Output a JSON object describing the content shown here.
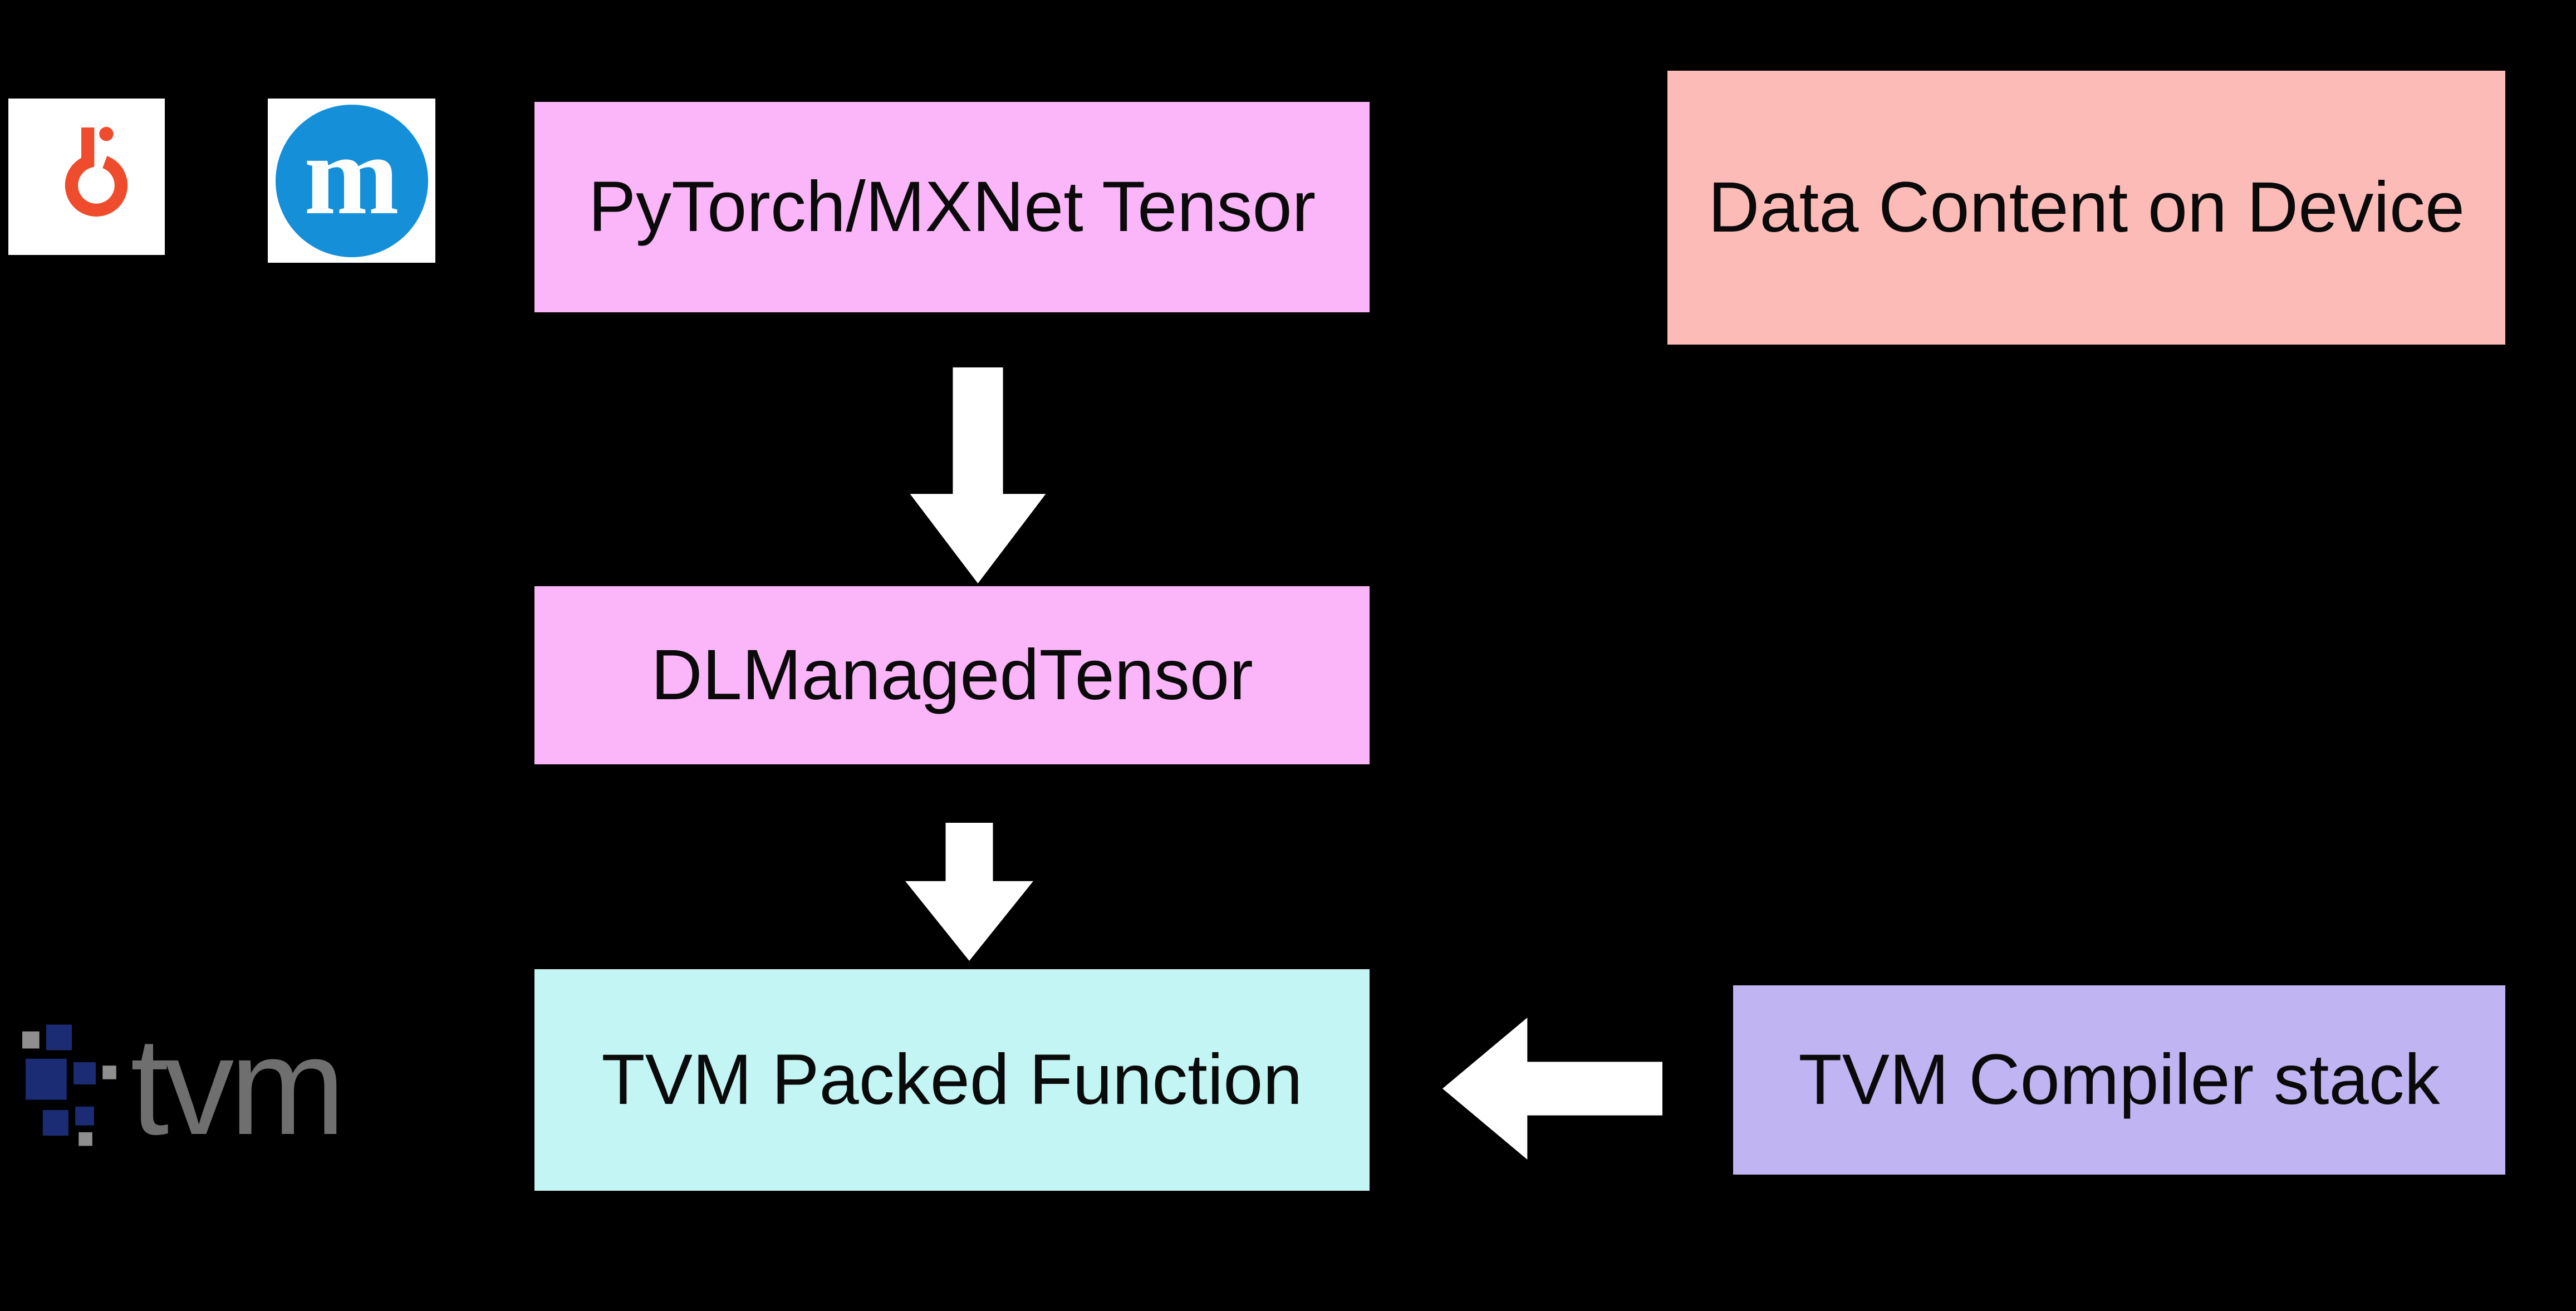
{
  "background": "#000000",
  "boxes": {
    "tensor": {
      "label": "PyTorch/MXNet Tensor",
      "bg": "#FAB6F8"
    },
    "data_content": {
      "label": "Data Content on Device",
      "bg": "#FDBBB8"
    },
    "dlmanaged": {
      "label": "DLManagedTensor",
      "bg": "#FAB6F8"
    },
    "packed_fn": {
      "label": "TVM Packed Function",
      "bg": "#C2F5F3"
    },
    "compiler": {
      "label": "TVM Compiler stack",
      "bg": "#C0B5F2"
    }
  },
  "logos": {
    "pytorch": {
      "icon": "pytorch-flame-icon",
      "color": "#EE4C2C"
    },
    "mxnet": {
      "icon": "mxnet-m-icon",
      "letter": "m",
      "circle_color": "#1590D8"
    },
    "tvm": {
      "icon": "tvm-mark-icon",
      "text": "tvm",
      "text_color": "#6F6F6F",
      "mark_navy": "#1C2C74",
      "mark_gray": "#8F8F8F"
    }
  },
  "arrows": {
    "color": "#FFFFFF",
    "items": [
      {
        "name": "tensor-to-dlmanaged",
        "direction": "down"
      },
      {
        "name": "dlmanaged-to-packedfn",
        "direction": "down"
      },
      {
        "name": "compiler-to-packedfn",
        "direction": "left"
      }
    ]
  }
}
